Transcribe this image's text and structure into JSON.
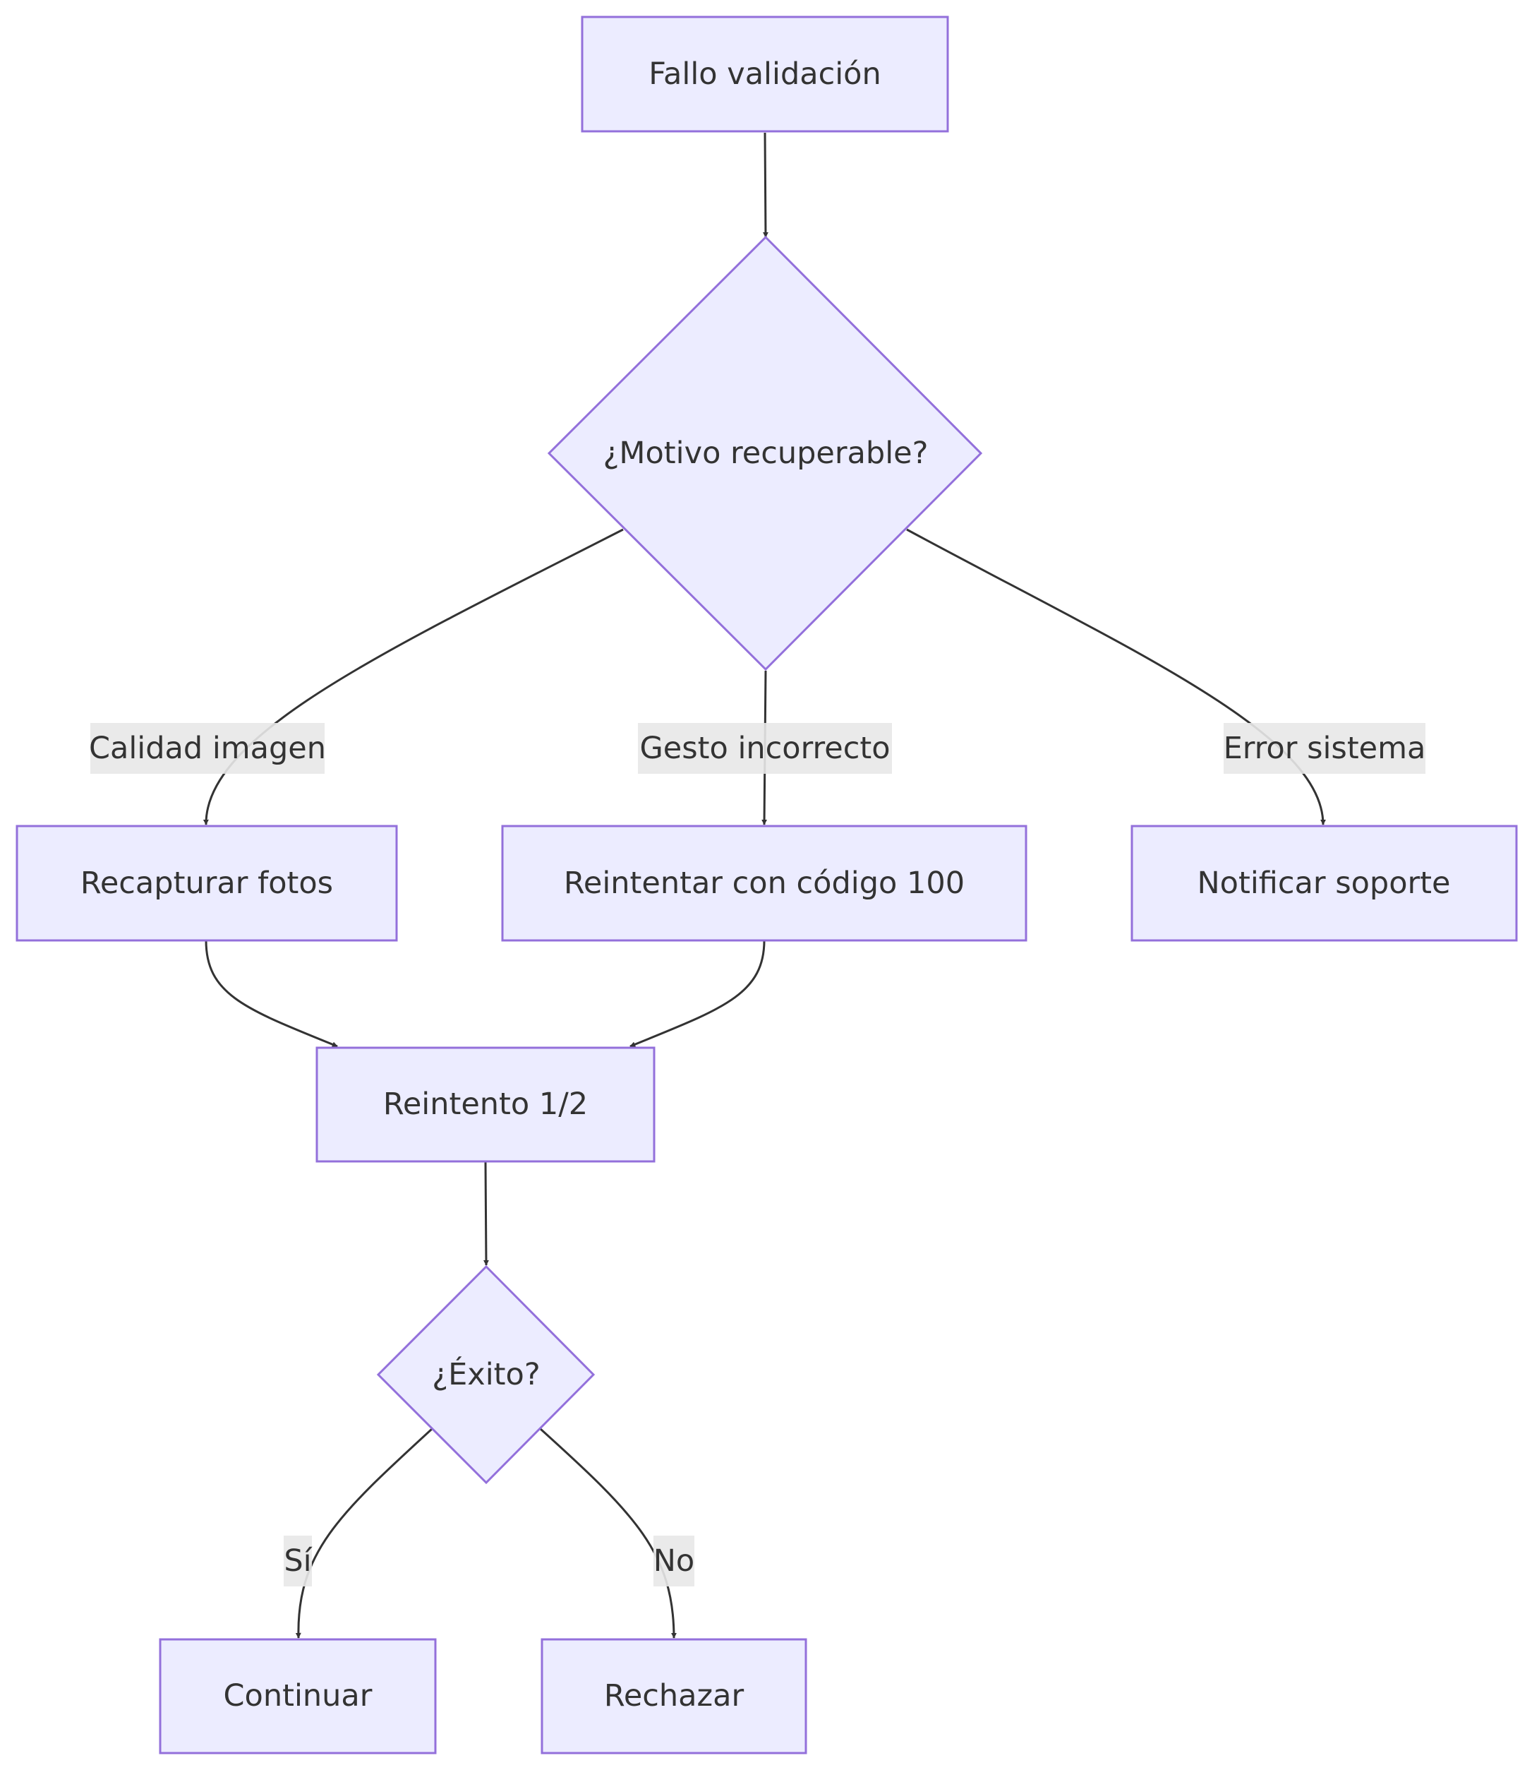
{
  "diagram": {
    "type": "flowchart",
    "nodes": {
      "fallo": {
        "label": "Fallo validación",
        "shape": "rect"
      },
      "motivo": {
        "label": "¿Motivo recuperable?",
        "shape": "diamond"
      },
      "recapturar": {
        "label": "Recapturar fotos",
        "shape": "rect"
      },
      "reintentar": {
        "label": "Reintentar con código 100",
        "shape": "rect"
      },
      "notificar": {
        "label": "Notificar soporte",
        "shape": "rect"
      },
      "reintento": {
        "label": "Reintento 1/2",
        "shape": "rect"
      },
      "exito": {
        "label": "¿Éxito?",
        "shape": "diamond"
      },
      "continuar": {
        "label": "Continuar",
        "shape": "rect"
      },
      "rechazar": {
        "label": "Rechazar",
        "shape": "rect"
      }
    },
    "edges": [
      {
        "from": "fallo",
        "to": "motivo",
        "label": ""
      },
      {
        "from": "motivo",
        "to": "recapturar",
        "label": "Calidad imagen"
      },
      {
        "from": "motivo",
        "to": "reintentar",
        "label": "Gesto incorrecto"
      },
      {
        "from": "motivo",
        "to": "notificar",
        "label": "Error sistema"
      },
      {
        "from": "recapturar",
        "to": "reintento",
        "label": ""
      },
      {
        "from": "reintentar",
        "to": "reintento",
        "label": ""
      },
      {
        "from": "reintento",
        "to": "exito",
        "label": ""
      },
      {
        "from": "exito",
        "to": "continuar",
        "label": "Sí"
      },
      {
        "from": "exito",
        "to": "rechazar",
        "label": "No"
      }
    ],
    "colors": {
      "node_fill": "#ECECFF",
      "node_stroke": "#9370DB",
      "edge": "#333333",
      "text": "#333333",
      "label_bg": "#e8e8e8"
    }
  }
}
